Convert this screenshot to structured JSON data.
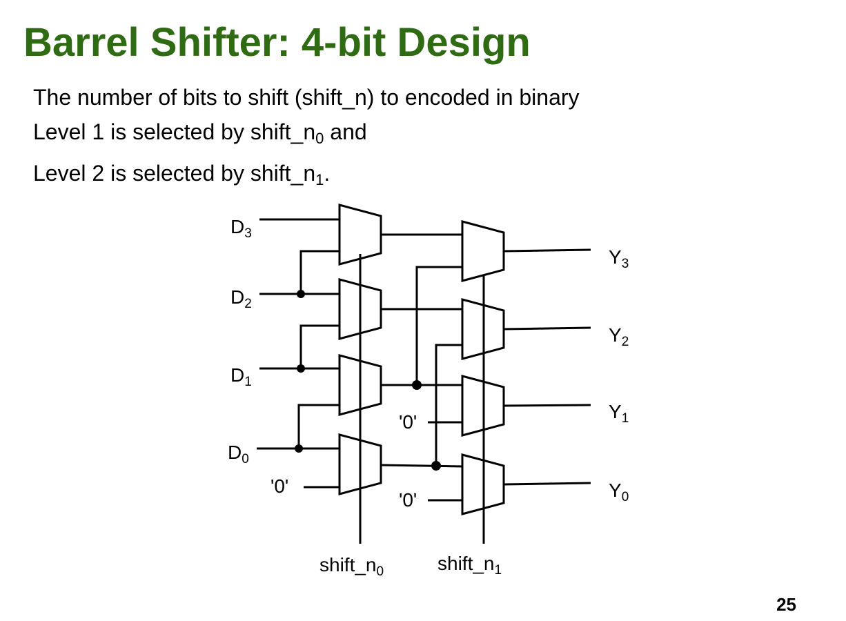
{
  "slide": {
    "title": "Barrel Shifter: 4-bit Design",
    "page_number": "25",
    "lines": [
      {
        "text": "The number of bits to shift (shift_n) to encoded in binary"
      },
      {
        "prefix": "Level 1 is selected by shift_n",
        "sub": "0",
        "suffix": " and"
      },
      {
        "prefix": "Level 2 is selected by shift_n",
        "sub": "1",
        "suffix": "."
      }
    ]
  },
  "diagram": {
    "inputs": [
      {
        "base": "D",
        "sub": "3"
      },
      {
        "base": "D",
        "sub": "2"
      },
      {
        "base": "D",
        "sub": "1"
      },
      {
        "base": "D",
        "sub": "0"
      }
    ],
    "outputs": [
      {
        "base": "Y",
        "sub": "3"
      },
      {
        "base": "Y",
        "sub": "2"
      },
      {
        "base": "Y",
        "sub": "1"
      },
      {
        "base": "Y",
        "sub": "0"
      }
    ],
    "zero_label": "'0'",
    "selects": [
      {
        "base": "shift_n",
        "sub": "0"
      },
      {
        "base": "shift_n",
        "sub": "1"
      }
    ]
  }
}
